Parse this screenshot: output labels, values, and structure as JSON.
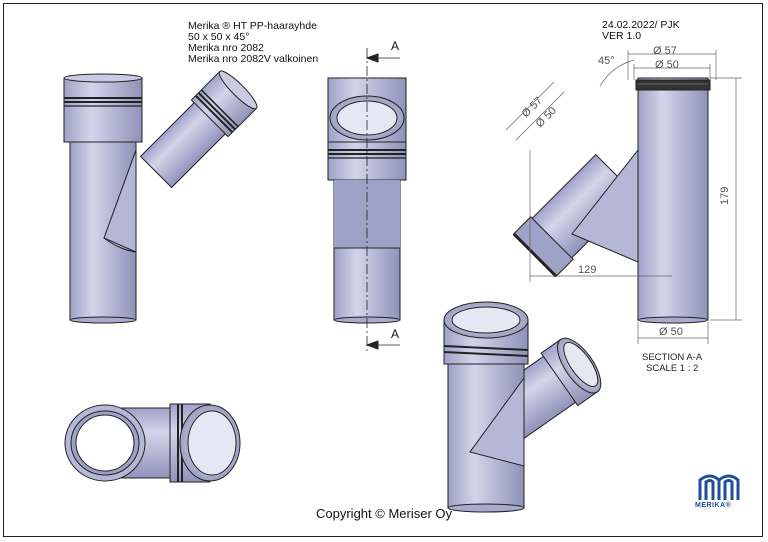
{
  "title_block": {
    "line1": "Merika ® HT PP-haarayhde",
    "line2": "50 x 50 x 45°",
    "line3": "Merika nro  2082",
    "line4": "Merika nro  2082V valkoinen"
  },
  "revision": {
    "date": "24.02.2022/ PJK",
    "version": "VER 1.0"
  },
  "section_markers": {
    "top": "A",
    "bottom": "A"
  },
  "dimensions": {
    "angle": "45°",
    "top_outer_dia": "Ø 57",
    "top_inner_dia": "Ø 50",
    "branch_outer_dia": "Ø 57",
    "branch_inner_dia": "Ø 50",
    "height": "179",
    "width": "129",
    "bottom_dia": "Ø 50"
  },
  "section_label": {
    "name": "SECTION A-A",
    "scale": "SCALE 1 : 2"
  },
  "copyright": "Copyright © Meriser Oy",
  "logo": {
    "text": "MERIKA®",
    "color": "#1e4e9c"
  },
  "colors": {
    "pipe": "#b4b7d6",
    "pipe_dark": "#8e92b8",
    "pipe_light": "#d3d5ea",
    "line": "#222222"
  }
}
